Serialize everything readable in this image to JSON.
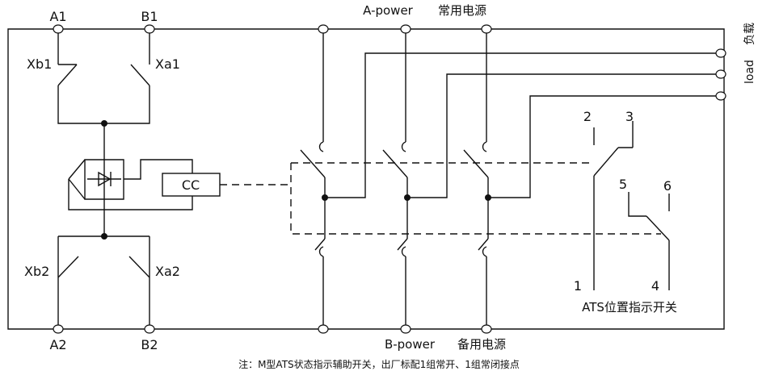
{
  "labels": {
    "a1": "A1",
    "b1": "B1",
    "a2": "A2",
    "b2": "B2",
    "xb1": "Xb1",
    "xa1": "Xa1",
    "xb2": "Xb2",
    "xa2": "Xa2",
    "cc": "CC",
    "a_power": "A-power",
    "a_power_cn": "常用电源",
    "b_power": "B-power",
    "b_power_cn": "备用电源",
    "load": "load",
    "load_cn": "负载",
    "ats_1": "1",
    "ats_2": "2",
    "ats_3": "3",
    "ats_4": "4",
    "ats_5": "5",
    "ats_6": "6",
    "ats_switch": "ATS位置指示开关",
    "note": "注：M型ATS状态指示辅助开关，出厂标配1组常开、1组常闭接点"
  },
  "colors": {
    "line": "#111111",
    "background": "#ffffff"
  }
}
